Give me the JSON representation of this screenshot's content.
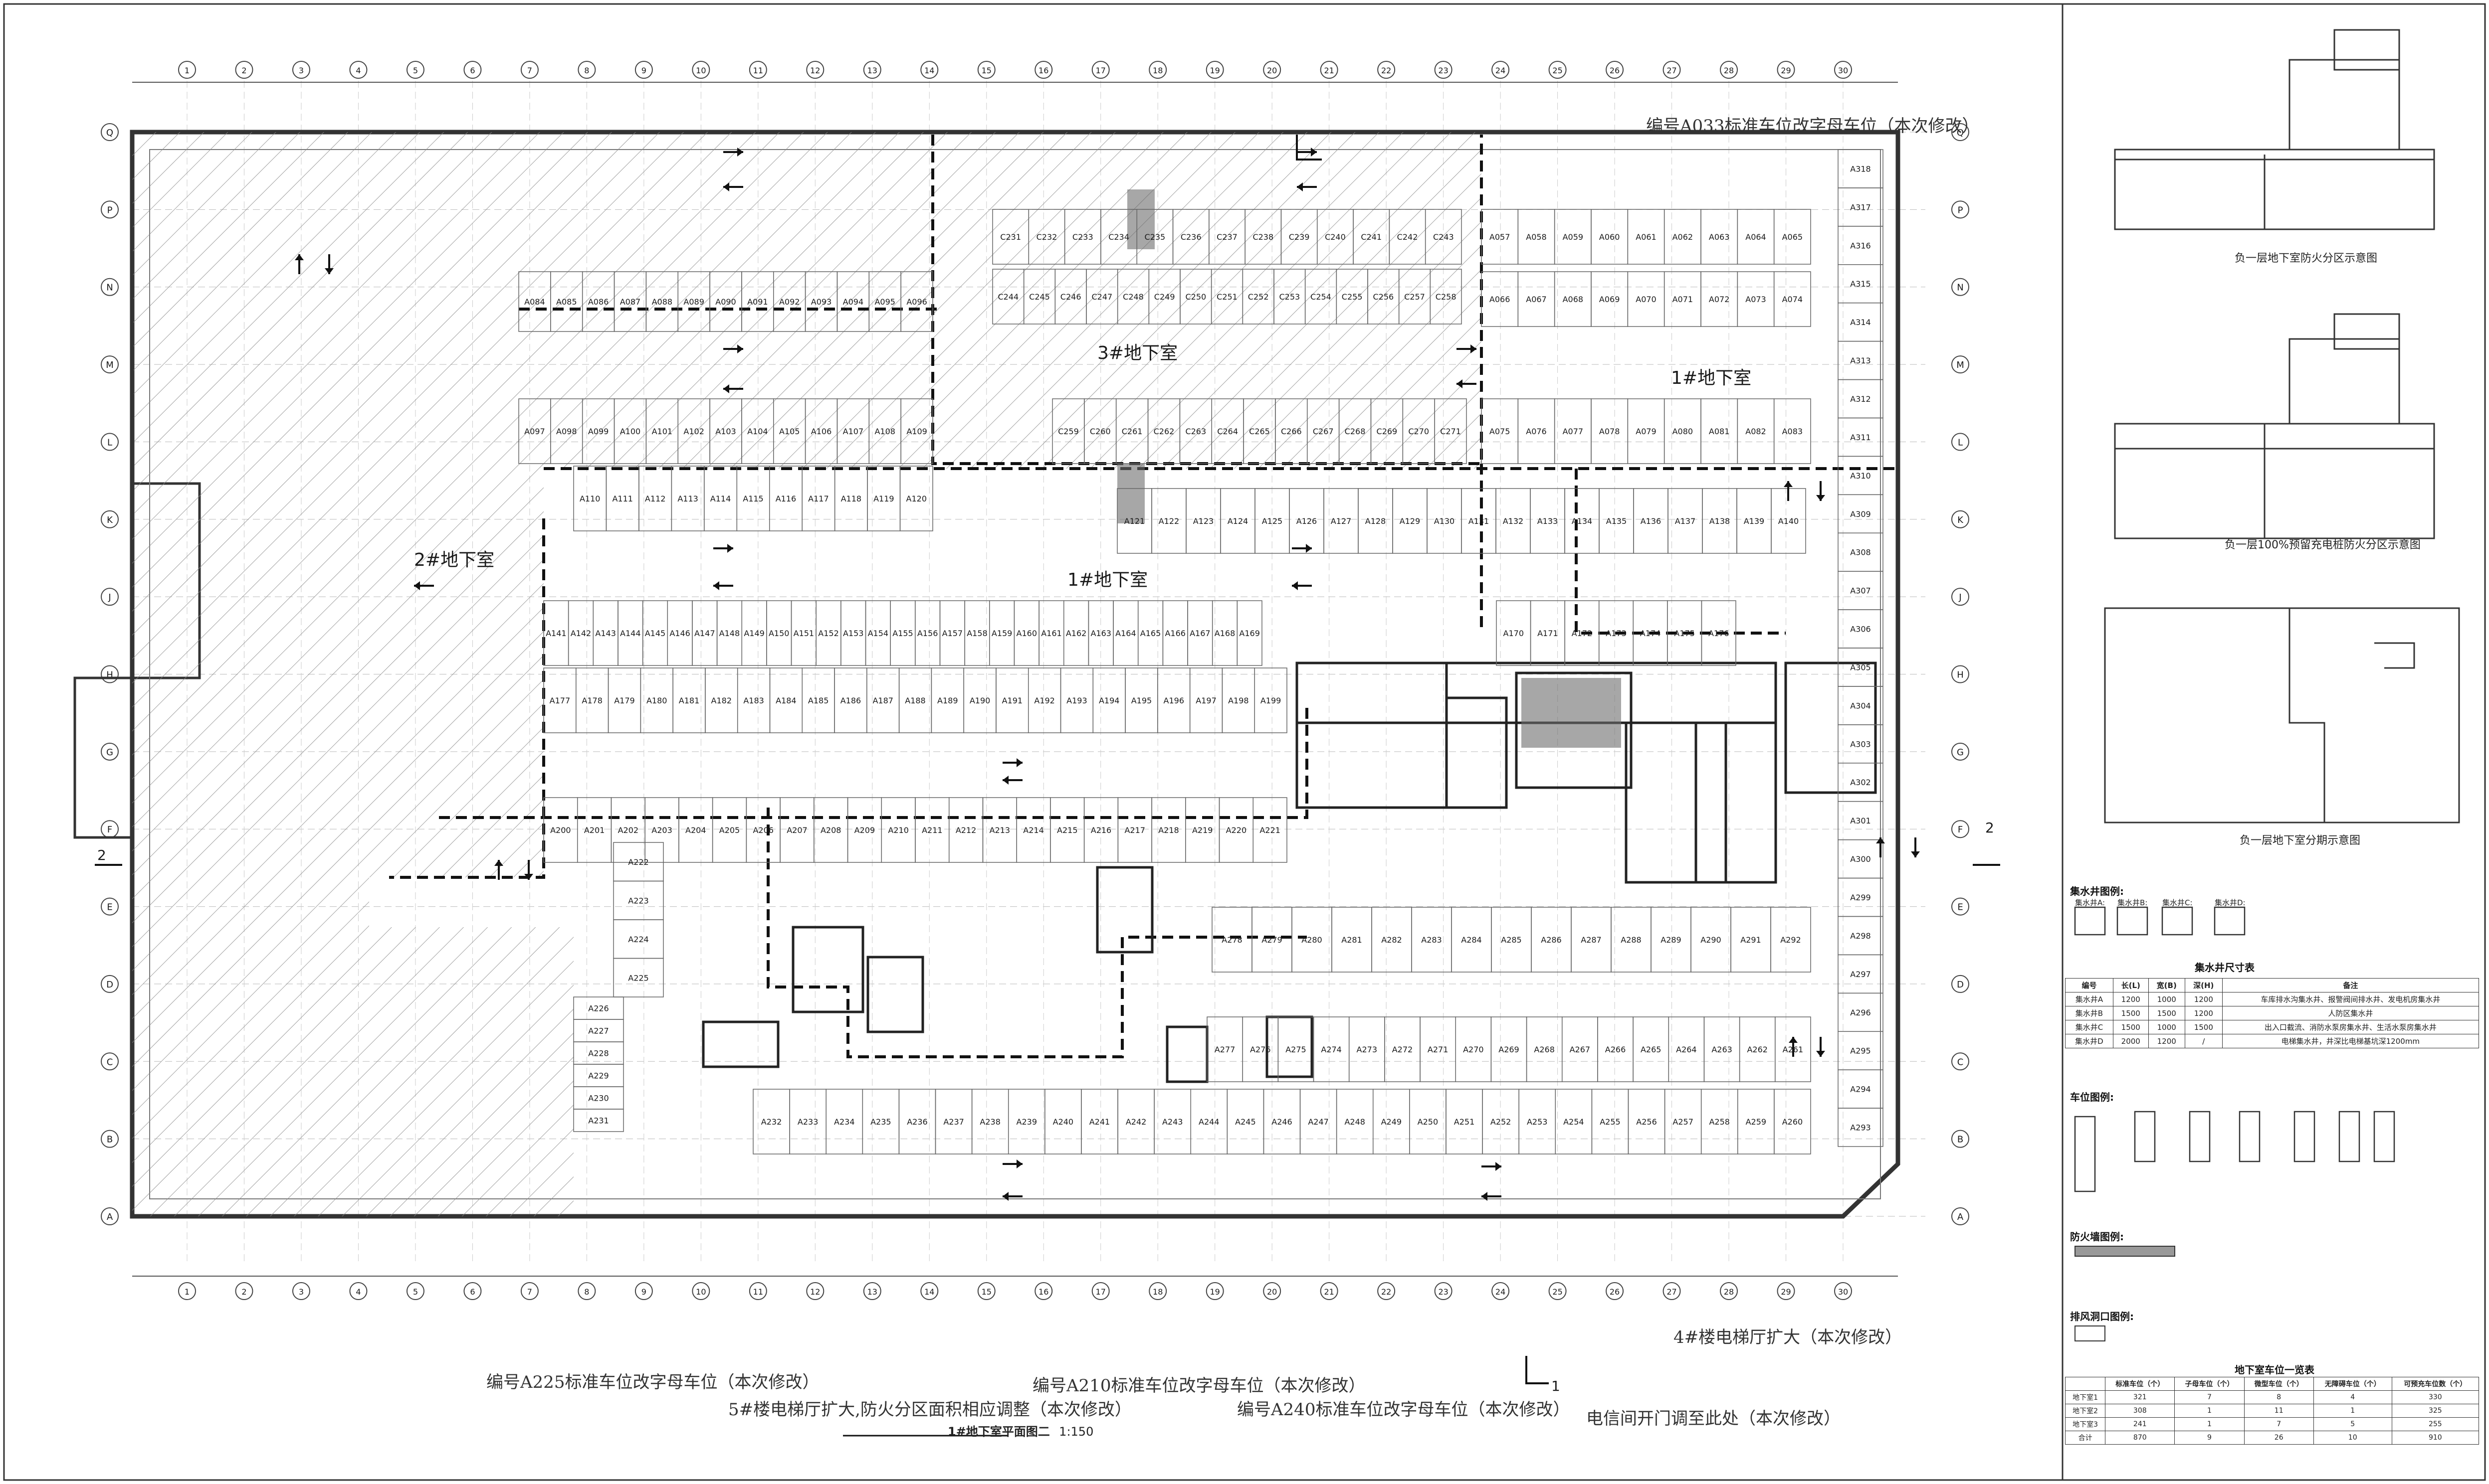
{
  "title": "1#地下室平面图二",
  "scale": "1:150",
  "basements": {
    "b1": "1#地下室",
    "b1_north": "1#地下室",
    "b2": "2#地下室",
    "b3": "3#地下室"
  },
  "notes": {
    "a033": "编号A033标准车位改字母车位（本次修改）",
    "a225": "编号A225标准车位改字母车位（本次修改）",
    "a210": "编号A210标准车位改字母车位（本次修改）",
    "a240": "编号A240标准车位改字母车位（本次修改）",
    "elev5": "5#楼电梯厅扩大,防火分区面积相应调整（本次修改）",
    "elev4": "4#楼电梯厅扩大（本次修改）",
    "power": "电信间开门调至此处（本次修改）"
  },
  "axes": {
    "rows": [
      "A",
      "B",
      "C",
      "D",
      "E",
      "F",
      "G",
      "H",
      "J",
      "K",
      "L",
      "M",
      "N",
      "P",
      "Q"
    ],
    "cols": [
      "1",
      "2",
      "3",
      "4",
      "5",
      "6",
      "7",
      "8",
      "9",
      "10",
      "11",
      "12",
      "13",
      "14",
      "15",
      "16",
      "17",
      "18",
      "19",
      "20",
      "21",
      "22",
      "23",
      "24",
      "25",
      "26",
      "27",
      "28",
      "29",
      "30"
    ]
  },
  "parking_rows": {
    "r1": [
      "A084",
      "A085",
      "A086",
      "A087",
      "A088",
      "A089",
      "A090",
      "A091",
      "A092",
      "A093",
      "A094",
      "A095",
      "A096"
    ],
    "r2": [
      "A097",
      "A098",
      "A099",
      "A100",
      "A101",
      "A102",
      "A103",
      "A104",
      "A105",
      "A106",
      "A107",
      "A108",
      "A109"
    ],
    "r3": [
      "A110",
      "A111",
      "A112",
      "A113",
      "A114",
      "A115",
      "A116",
      "A117",
      "A118",
      "A119",
      "A120"
    ],
    "r4": [
      "A121",
      "A122",
      "A123",
      "A124",
      "A125",
      "A126",
      "A127",
      "A128",
      "A129",
      "A130",
      "A131",
      "A132",
      "A133",
      "A134",
      "A135",
      "A136",
      "A137",
      "A138",
      "A139",
      "A140"
    ],
    "r5": [
      "A141",
      "A142",
      "A143",
      "A144",
      "A145",
      "A146",
      "A147",
      "A148",
      "A149",
      "A150",
      "A151",
      "A152",
      "A153",
      "A154",
      "A155",
      "A156",
      "A157",
      "A158",
      "A159",
      "A160",
      "A161",
      "A162",
      "A163",
      "A164",
      "A165",
      "A166",
      "A167",
      "A168",
      "A169"
    ],
    "r6": [
      "A170",
      "A171",
      "A172",
      "A173",
      "A174",
      "A175",
      "A176"
    ],
    "r7": [
      "A177",
      "A178",
      "A179",
      "A180",
      "A181",
      "A182",
      "A183",
      "A184",
      "A185",
      "A186",
      "A187",
      "A188",
      "A189",
      "A190",
      "A191",
      "A192",
      "A193",
      "A194",
      "A195",
      "A196",
      "A197",
      "A198",
      "A199"
    ],
    "r8": [
      "A200",
      "A201",
      "A202",
      "A203",
      "A204",
      "A205",
      "A206",
      "A207",
      "A208",
      "A209",
      "A210",
      "A211",
      "A212",
      "A213",
      "A214",
      "A215",
      "A216",
      "A217",
      "A218",
      "A219",
      "A220",
      "A221"
    ],
    "r9": [
      "A278",
      "A279",
      "A280",
      "A281",
      "A282",
      "A283",
      "A284",
      "A285",
      "A286",
      "A287",
      "A288",
      "A289",
      "A290",
      "A291",
      "A292"
    ],
    "r10": [
      "A277",
      "A276",
      "A275",
      "A274",
      "A273",
      "A272",
      "A271",
      "A270",
      "A269",
      "A268",
      "A267",
      "A266",
      "A265",
      "A264",
      "A263",
      "A262",
      "A261"
    ],
    "r11": [
      "A232",
      "A233",
      "A234",
      "A235",
      "A236",
      "A237",
      "A238",
      "A239",
      "A240",
      "A241",
      "A242",
      "A243",
      "A244",
      "A245",
      "A246",
      "A247",
      "A248",
      "A249",
      "A250",
      "A251",
      "A252",
      "A253",
      "A254",
      "A255",
      "A256",
      "A257",
      "A258",
      "A259",
      "A260"
    ],
    "c1": [
      "C231",
      "C232",
      "C233",
      "C234",
      "C235",
      "C236",
      "C237",
      "C238",
      "C239",
      "C240",
      "C241",
      "C242",
      "C243"
    ],
    "c2": [
      "C244",
      "C245",
      "C246",
      "C247",
      "C248",
      "C249",
      "C250",
      "C251",
      "C252",
      "C253",
      "C254",
      "C255",
      "C256",
      "C257",
      "C258"
    ],
    "c3": [
      "C259",
      "C260",
      "C261",
      "C262",
      "C263",
      "C264",
      "C265",
      "C266",
      "C267",
      "C268",
      "C269",
      "C270",
      "C271"
    ],
    "a_top1": [
      "A057",
      "A058",
      "A059",
      "A060",
      "A061",
      "A062",
      "A063",
      "A064",
      "A065"
    ],
    "a_top2": [
      "A066",
      "A067",
      "A068",
      "A069",
      "A070",
      "A071",
      "A072",
      "A073",
      "A074"
    ],
    "a_top3": [
      "A075",
      "A076",
      "A077",
      "A078",
      "A079",
      "A080",
      "A081",
      "A082",
      "A083"
    ],
    "east": [
      "A318",
      "A317",
      "A316",
      "A315",
      "A314",
      "A313",
      "A312",
      "A311",
      "A310",
      "A309",
      "A308",
      "A307",
      "A306",
      "A305",
      "A304",
      "A303",
      "A302",
      "A301",
      "A300",
      "A299",
      "A298",
      "A297",
      "A296",
      "A295",
      "A294",
      "A293"
    ],
    "west": [
      "A222",
      "A223",
      "A224",
      "A225",
      "A226",
      "A227",
      "A228",
      "A229",
      "A230",
      "A231"
    ]
  },
  "side_panels": {
    "p1_caption": "负一层地下室防火分区示意图",
    "p2_caption": "负一层100%预留充电桩防火分区示意图",
    "p3_caption": "负一层地下室分期示意图"
  },
  "sump": {
    "title1": "集水井图例:",
    "items": [
      "集水井A:",
      "集水井B:",
      "集水井C:",
      "集水井D:"
    ],
    "title2": "集水井尺寸表",
    "headers": [
      "编号",
      "长(L)",
      "宽(B)",
      "深(H)",
      "备注"
    ],
    "rows": [
      [
        "集水井A",
        "1200",
        "1000",
        "1200",
        "车库排水沟集水井、报警阀间排水井、发电机房集水井"
      ],
      [
        "集水井B",
        "1500",
        "1500",
        "1200",
        "人防区集水井"
      ],
      [
        "集水井C",
        "1500",
        "1000",
        "1500",
        "出入口截流、消防水泵房集水井、生活水泵房集水井"
      ],
      [
        "集水井D",
        "2000",
        "1200",
        "/",
        "电梯集水井，井深比电梯基坑深1200mm"
      ]
    ]
  },
  "parking_legend": {
    "title": "车位图例:"
  },
  "fire_legend": {
    "title": "防火墙图例:"
  },
  "exhaust_legend": {
    "title": "排风洞口图例:"
  },
  "summary": {
    "title": "地下室车位一览表",
    "headers": [
      "",
      "标准车位（个）",
      "子母车位（个）",
      "微型车位（个）",
      "无障碍车位（个）",
      "可预充车位数（个）"
    ],
    "rows": [
      [
        "地下室1",
        "321",
        "7",
        "8",
        "4",
        "330"
      ],
      [
        "地下室2",
        "308",
        "1",
        "11",
        "1",
        "325"
      ],
      [
        "地下室3",
        "241",
        "1",
        "7",
        "5",
        "255"
      ],
      [
        "合计",
        "870",
        "9",
        "26",
        "10",
        "910"
      ]
    ]
  }
}
